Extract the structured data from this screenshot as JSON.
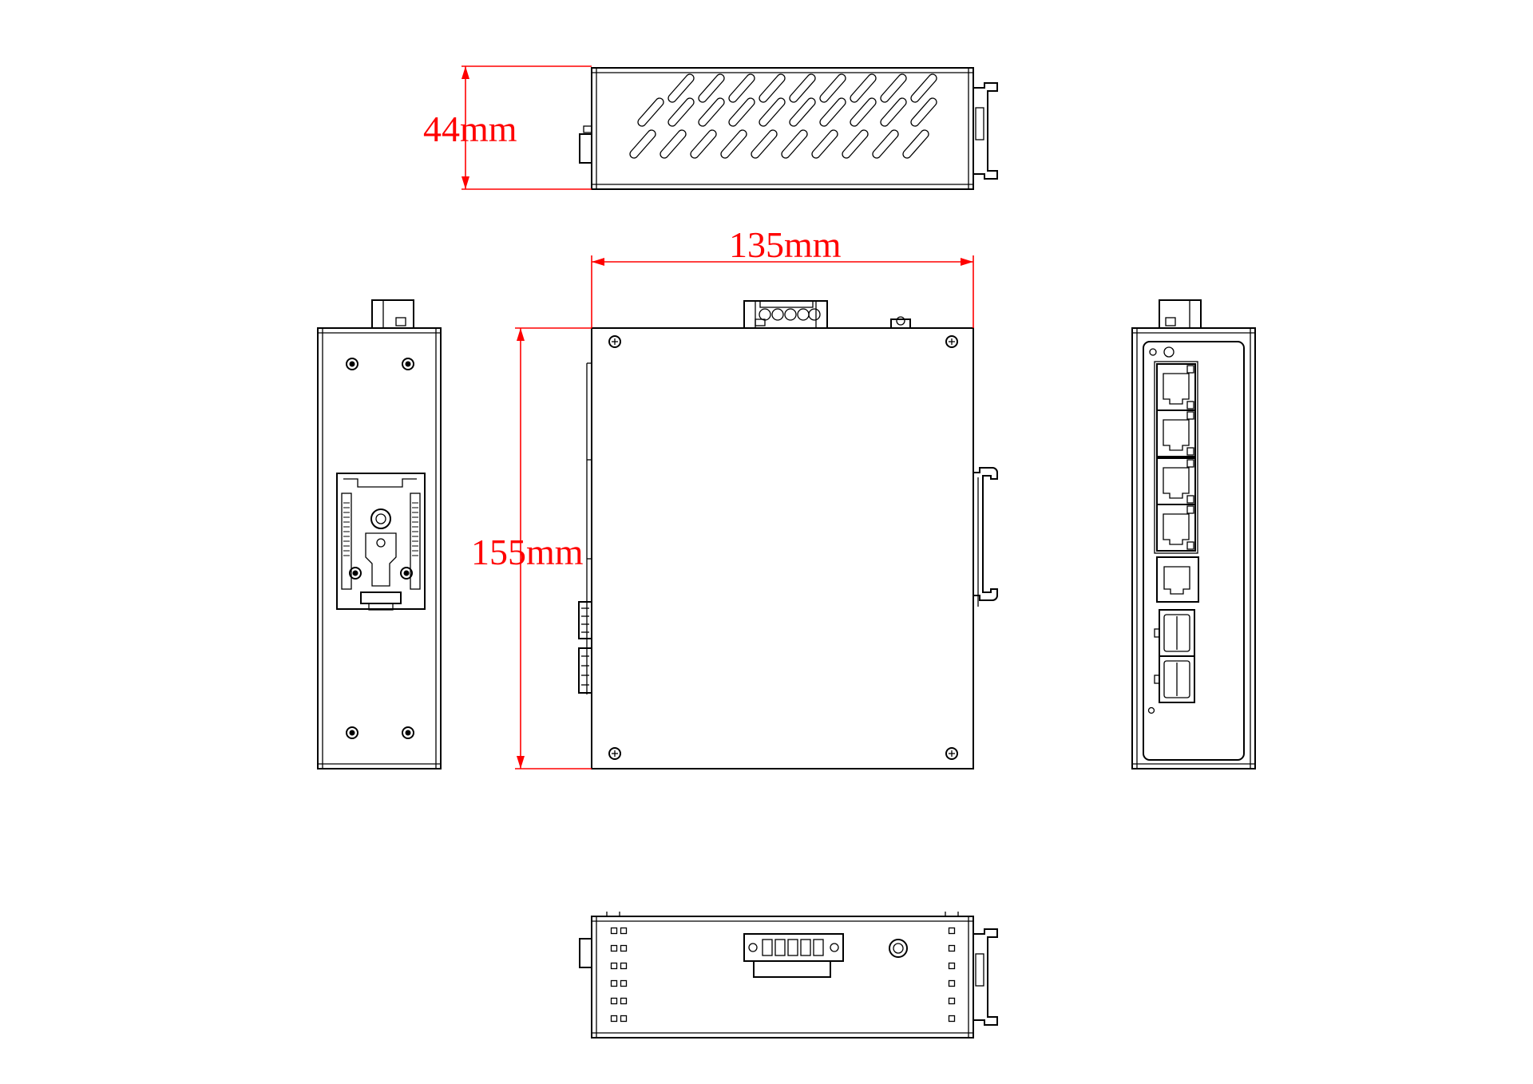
{
  "dimensions": {
    "height": "44mm",
    "width": "135mm",
    "depth": "155mm"
  },
  "colors": {
    "dimension": "#ff0000",
    "outline": "#000000",
    "background": "#ffffff"
  },
  "views": [
    "top-view",
    "left-side-view",
    "front-view",
    "right-side-view",
    "bottom-view"
  ],
  "icons": [
    "rj45-port-icon",
    "sfp-port-icon",
    "terminal-block-icon",
    "screw-icon",
    "din-rail-clip-icon",
    "console-port-icon"
  ]
}
